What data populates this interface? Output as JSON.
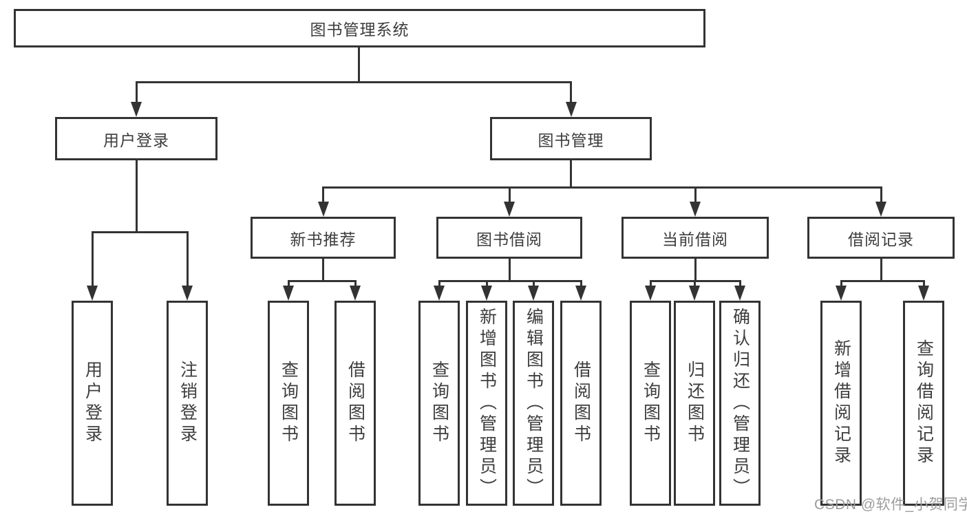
{
  "diagram": {
    "root": {
      "label": "图书管理系统"
    },
    "level2": [
      {
        "label": "用户登录"
      },
      {
        "label": "图书管理"
      }
    ],
    "level3": [
      {
        "label": "新书推荐"
      },
      {
        "label": "图书借阅"
      },
      {
        "label": "当前借阅"
      },
      {
        "label": "借阅记录"
      }
    ],
    "leaves": {
      "user_login": [
        {
          "label": "用户登录"
        },
        {
          "label": "注销登录"
        }
      ],
      "new_book": [
        {
          "label": "查询图书"
        },
        {
          "label": "借阅图书"
        }
      ],
      "book_borrow": [
        {
          "label": "查询图书"
        },
        {
          "label": "新增图书（管理员）"
        },
        {
          "label": "编辑图书（管理员）"
        },
        {
          "label": "借阅图书"
        }
      ],
      "current_borrow": [
        {
          "label": "查询图书"
        },
        {
          "label": "归还图书"
        },
        {
          "label": "确认归还（管理员）"
        }
      ],
      "borrow_record": [
        {
          "label": "新增借阅记录"
        },
        {
          "label": "查询借阅记录"
        }
      ]
    }
  },
  "watermark": {
    "text": "CSDN @软件_小贺同学"
  },
  "colors": {
    "line": "#333333",
    "node_text": "#3d3d3d",
    "background": "#ffffff",
    "watermark": "#9d9d9d"
  }
}
